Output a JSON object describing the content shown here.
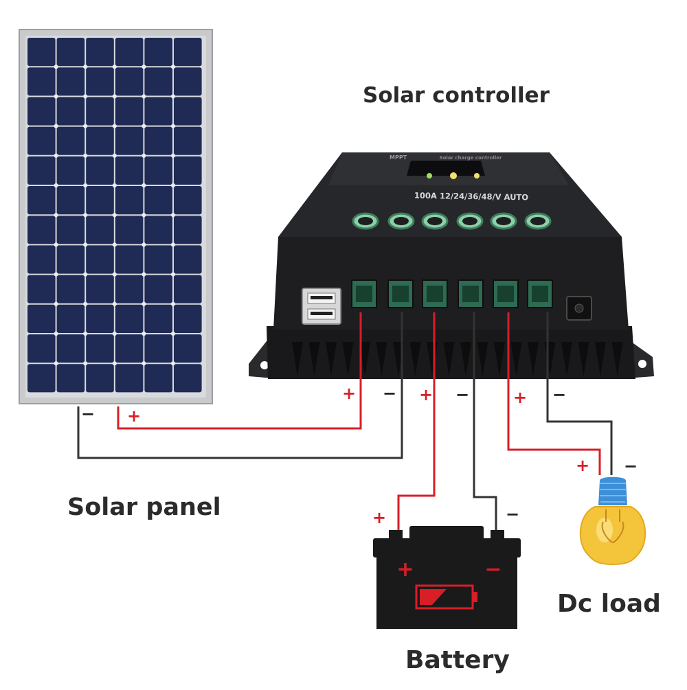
{
  "labels": {
    "controller": "Solar controller",
    "panel": "Solar panel",
    "battery": "Battery",
    "load": "Dc load"
  },
  "controller_model": "100A 12/24/36/48/V AUTO",
  "controller_brand": "MPPT",
  "controller_subtitle": "Solar charge controller",
  "signs": {
    "plus": "+",
    "minus": "−"
  },
  "colors": {
    "positive_wire": "#d81e27",
    "negative_wire": "#333333",
    "panel_frame": "#c9cacc",
    "panel_cell": "#1f2b55",
    "controller_body": "#1e1e20",
    "terminal_green": "#2d6b52",
    "button_green": "#8ad0a8",
    "battery_body": "#1a1a1a",
    "battery_accent": "#d81e27",
    "bulb_glass": "#f4c43b",
    "bulb_base": "#3d8fd8"
  },
  "icons": [
    "solar-panel-icon",
    "controller-icon",
    "usb-port-icon",
    "battery-icon",
    "light-bulb-icon"
  ]
}
